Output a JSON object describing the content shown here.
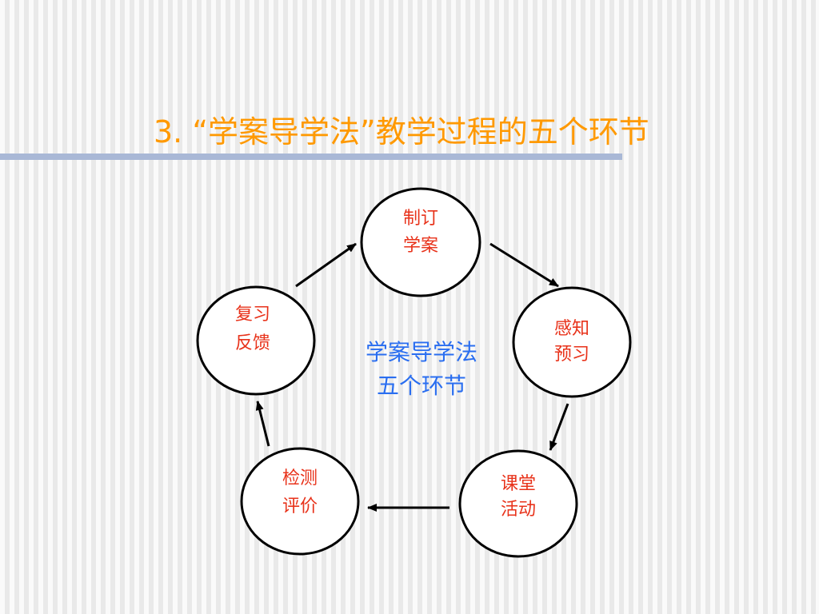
{
  "slide": {
    "title": "3.  “学案导学法”教学过程的五个环节"
  },
  "colors": {
    "title": "#ff9900",
    "title_bar": "#a9b8d6",
    "node_text": "#e8321a",
    "center_text": "#2a6ef0"
  },
  "diagram": {
    "center": {
      "line1": "学案导学法",
      "line2": "五个环节"
    },
    "nodes": [
      {
        "id": "zhiding",
        "line1": "制订",
        "line2": "学案"
      },
      {
        "id": "ganzhi",
        "line1": "感知",
        "line2": "预习"
      },
      {
        "id": "ketang",
        "line1": "课堂",
        "line2": "活动"
      },
      {
        "id": "jiance",
        "line1": "检测",
        "line2": "评价"
      },
      {
        "id": "fuxi",
        "line1": "复习",
        "line2": "反馈"
      }
    ]
  }
}
